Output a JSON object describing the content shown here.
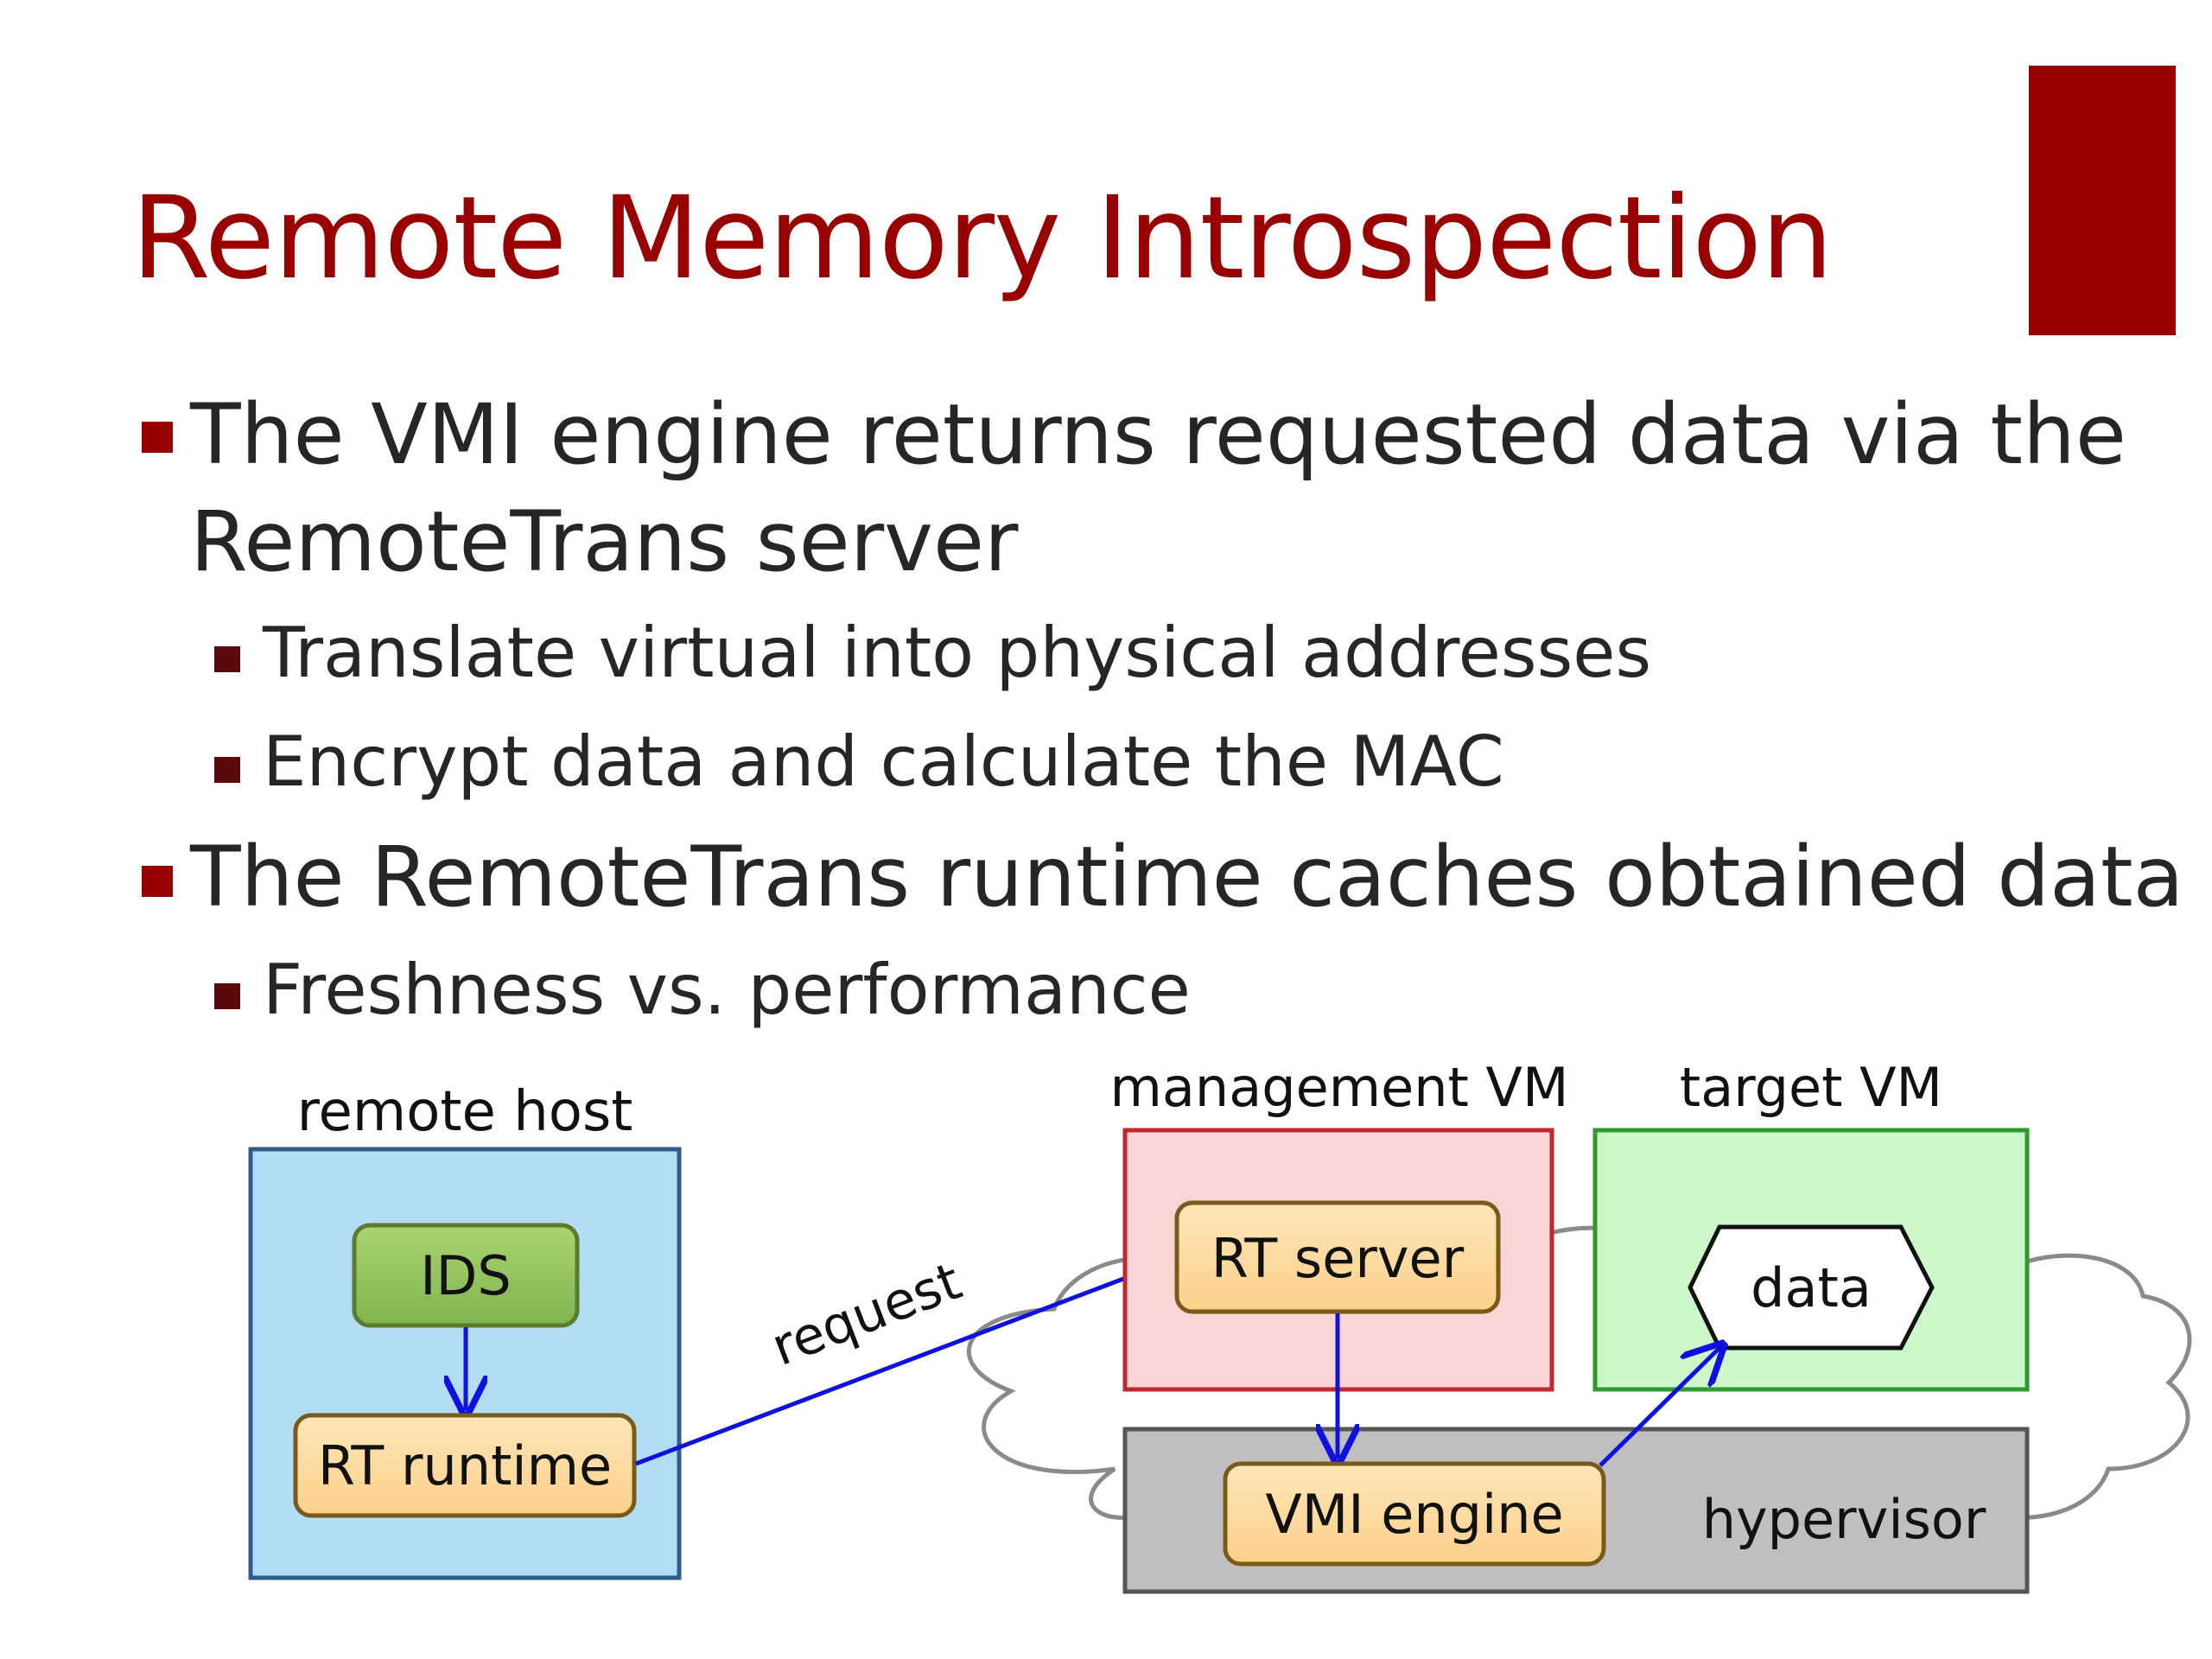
{
  "slide": {
    "title": "Remote Memory Introspection",
    "bullets": [
      {
        "level": 1,
        "lines": [
          "The VMI engine returns requested data via the",
          "RemoteTrans server"
        ]
      },
      {
        "level": 2,
        "lines": [
          "Translate virtual into physical addresses"
        ]
      },
      {
        "level": 2,
        "lines": [
          "Encrypt data and calculate the MAC"
        ]
      },
      {
        "level": 1,
        "lines": [
          "The RemoteTrans runtime caches obtained data"
        ]
      },
      {
        "level": 2,
        "lines": [
          "Freshness vs. performance"
        ]
      }
    ]
  },
  "diagram": {
    "remote_host_label": "remote host",
    "management_vm_label": "management VM",
    "target_vm_label": "target VM",
    "ids_label": "IDS",
    "rt_runtime_label": "RT runtime",
    "rt_server_label": "RT server",
    "vmi_engine_label": "VMI engine",
    "hypervisor_label": "hypervisor",
    "data_label": "data",
    "request_label": "request",
    "colors": {
      "accent": "#990000",
      "remote_host_fill": "#b3dcf5",
      "remote_host_border": "#2f5c8a",
      "management_fill": "#f9d5d6",
      "management_border": "#c0282e",
      "target_fill": "#ccf7c9",
      "target_border": "#2e9a2e",
      "component_fill": "#fddca0",
      "component_border": "#7a5a1a",
      "ids_fill": "#8fc45f",
      "hypervisor_fill": "#bfbfbf",
      "arrow": "#1010e0"
    }
  }
}
